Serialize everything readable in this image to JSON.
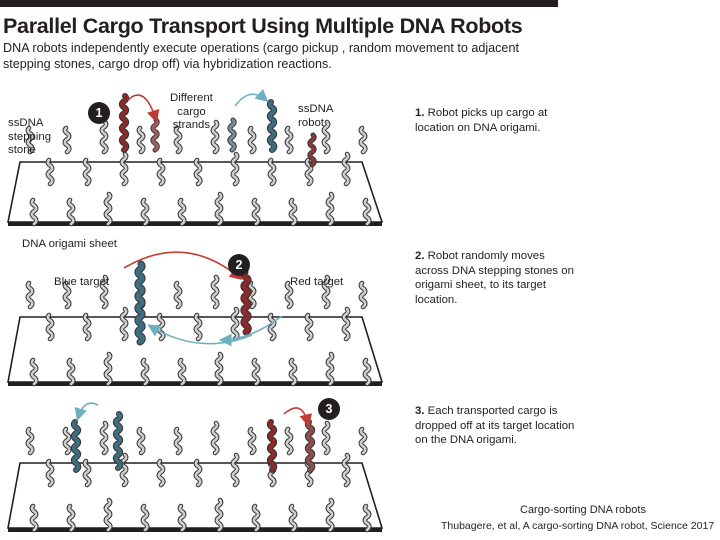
{
  "header": {
    "title": "Parallel Cargo Transport Using Multiple DNA Robots",
    "subtitle": "DNA robots independently execute operations (cargo pickup , random movement to  adjacent stepping stones, cargo drop off) via hybridization reactions."
  },
  "panel1": {
    "badge": "1",
    "label_stepping_stone": [
      "ssDNA",
      "stepping",
      "stone"
    ],
    "label_cargo": [
      "Different",
      "cargo",
      "strands"
    ],
    "label_robot": [
      "ssDNA",
      "robot"
    ],
    "label_sheet": "DNA origami sheet",
    "step_number": "1.",
    "step_text": "Robot picks up cargo at location on DNA origami."
  },
  "panel2": {
    "badge": "2",
    "label_blue_target": "Blue target",
    "label_red_target": "Red target",
    "step_number": "2.",
    "step_text": "Robot randomly moves across DNA stepping stones on origami sheet, to its target location."
  },
  "panel3": {
    "badge": "3",
    "step_number": "3.",
    "step_text": "Each transported cargo is dropped off at its target location on the DNA origami."
  },
  "caption": "Cargo-sorting DNA robots",
  "credit": "Thubagere, et al, A cargo-sorting DNA robot, Science 2017",
  "colors": {
    "robot_blue": "#3f6d80",
    "cargo_red": "#8a2a2a",
    "arrow_red": "#c23b35",
    "arrow_blue": "#6fb0c0",
    "strand_gray": "#cfcfcf"
  }
}
